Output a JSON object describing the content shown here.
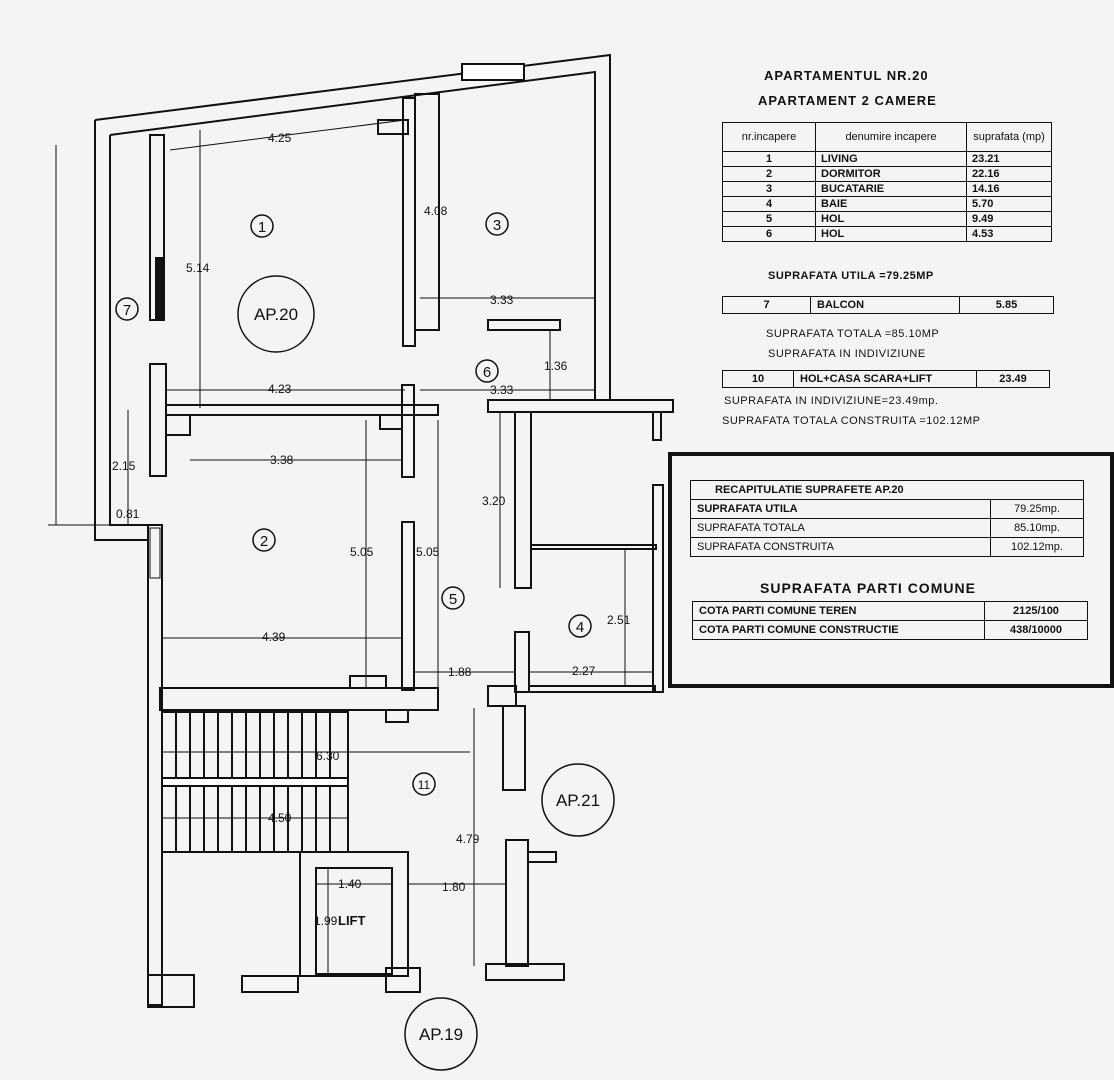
{
  "header": {
    "title_1": "APARTAMENTUL NR.20",
    "title_2": "APARTAMENT 2 CAMERE"
  },
  "rooms_table": {
    "headers": [
      "nr.incapere",
      "denumire incapere",
      "suprafata (mp)"
    ],
    "rows": [
      {
        "nr": "1",
        "name": "LIVING",
        "area": "23.21"
      },
      {
        "nr": "2",
        "name": "DORMITOR",
        "area": "22.16"
      },
      {
        "nr": "3",
        "name": "BUCATARIE",
        "area": "14.16"
      },
      {
        "nr": "4",
        "name": "BAIE",
        "area": "5.70"
      },
      {
        "nr": "5",
        "name": "HOL",
        "area": "9.49"
      },
      {
        "nr": "6",
        "name": "HOL",
        "area": "4.53"
      }
    ]
  },
  "suprafata_utila": "SUPRAFATA UTILA =79.25MP",
  "balcon": {
    "nr": "7",
    "name": "BALCON",
    "area": "5.85"
  },
  "suprafata_totala": "SUPRAFATA TOTALA =85.10MP",
  "suprafata_indiviziune_label": "SUPRAFATA IN INDIVIZIUNE",
  "indiviziune_row": {
    "nr": "10",
    "name": "HOL+CASA SCARA+LIFT",
    "area": "23.49"
  },
  "indiviziune_text": "SUPRAFATA IN INDIVIZIUNE=23.49mp.",
  "construita_text": "SUPRAFATA TOTALA CONSTRUITA =102.12MP",
  "recap": {
    "title": "RECAPITULATIE SUPRAFETE AP.20",
    "rows": [
      {
        "label": "SUPRAFATA UTILA",
        "value": "79.25mp."
      },
      {
        "label": "SUPRAFATA TOTALA",
        "value": "85.10mp."
      },
      {
        "label": "SUPRAFATA CONSTRUITA",
        "value": "102.12mp."
      }
    ]
  },
  "comune": {
    "title": "SUPRAFATA PARTI COMUNE",
    "rows": [
      {
        "label": "COTA PARTI COMUNE TEREN",
        "value": "2125/100"
      },
      {
        "label": "COTA PARTI COMUNE CONSTRUCTIE",
        "value": "438/10000"
      }
    ]
  },
  "plan": {
    "room_numbers": [
      "1",
      "2",
      "3",
      "4",
      "5",
      "6",
      "7",
      "11"
    ],
    "apartment_labels": [
      "AP.20",
      "AP.21",
      "AP.19"
    ],
    "lift_label": "LIFT",
    "dimensions": [
      "4.25",
      "4.08",
      "5.14",
      "3.33",
      "1.36",
      "4.23",
      "3.33",
      "2.15",
      "3.38",
      "3.20",
      "0.81",
      "5.05",
      "5.05",
      "4.39",
      "2.51",
      "1.88",
      "2.27",
      "6.30",
      "4.50",
      "4.79",
      "1.40",
      "1.80",
      "1.99"
    ]
  },
  "colors": {
    "ink": "#111111",
    "paper": "#f4f4f2"
  }
}
